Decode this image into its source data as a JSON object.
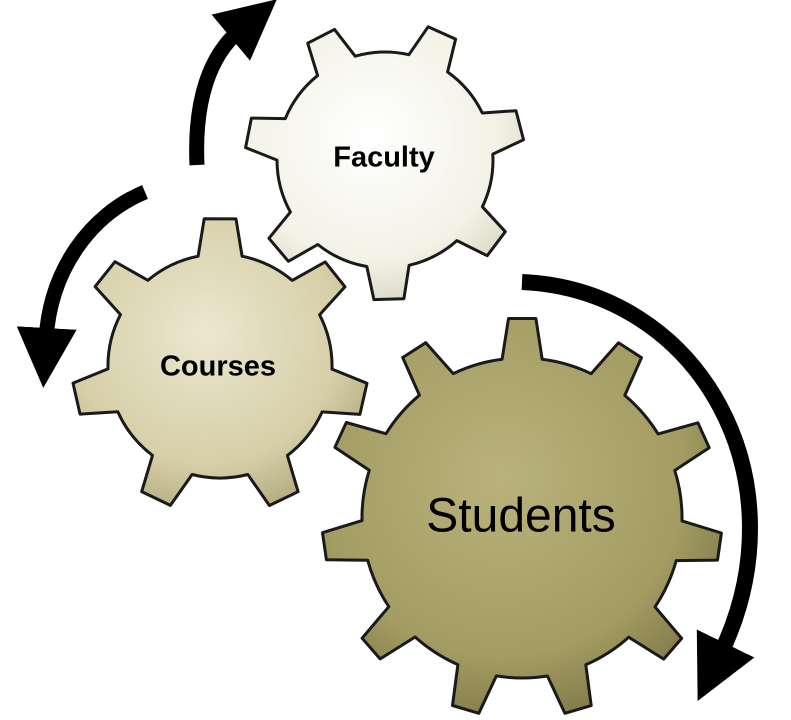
{
  "diagram": {
    "gears": [
      {
        "id": "faculty",
        "label": "Faculty",
        "color": "#f6f5ec"
      },
      {
        "id": "courses",
        "label": "Courses",
        "color": "#ddd6b4"
      },
      {
        "id": "students",
        "label": "Students",
        "color": "#a9a26c"
      }
    ],
    "arrow_color": "#000000",
    "outline_color": "#1a1a1a"
  }
}
